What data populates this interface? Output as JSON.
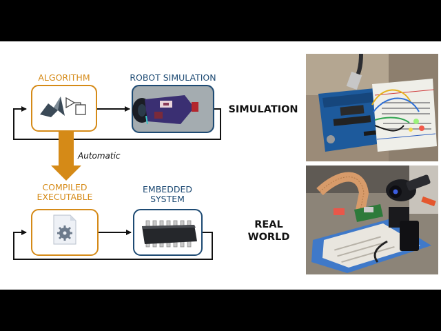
{
  "diagram": {
    "labels": {
      "algorithm": "ALGORITHM",
      "robot_simulation": "ROBOT SIMULATION",
      "compiled_line1": "COMPILED",
      "compiled_line2": "EXECUTABLE",
      "embedded_line1": "EMBEDDED",
      "embedded_line2": "SYSTEM",
      "automatic": "Automatic",
      "simulation": "SIMULATION",
      "real_line1": "REAL",
      "real_line2": "WORLD"
    },
    "colors": {
      "orange_accent": "#d58a17",
      "blue_accent": "#1d4a73",
      "frame_bars": "#000000",
      "background": "#ffffff"
    },
    "icons": {
      "algorithm": [
        "matlab-logo-icon",
        "simulink-blocks-icon"
      ],
      "robot_simulation": "robot-render-icon",
      "compiled_executable": "gear-file-icon",
      "embedded_system": "microchip-icon"
    },
    "photos": [
      "arduino-breadboard-photo",
      "raspberry-pi-camera-photo"
    ]
  }
}
